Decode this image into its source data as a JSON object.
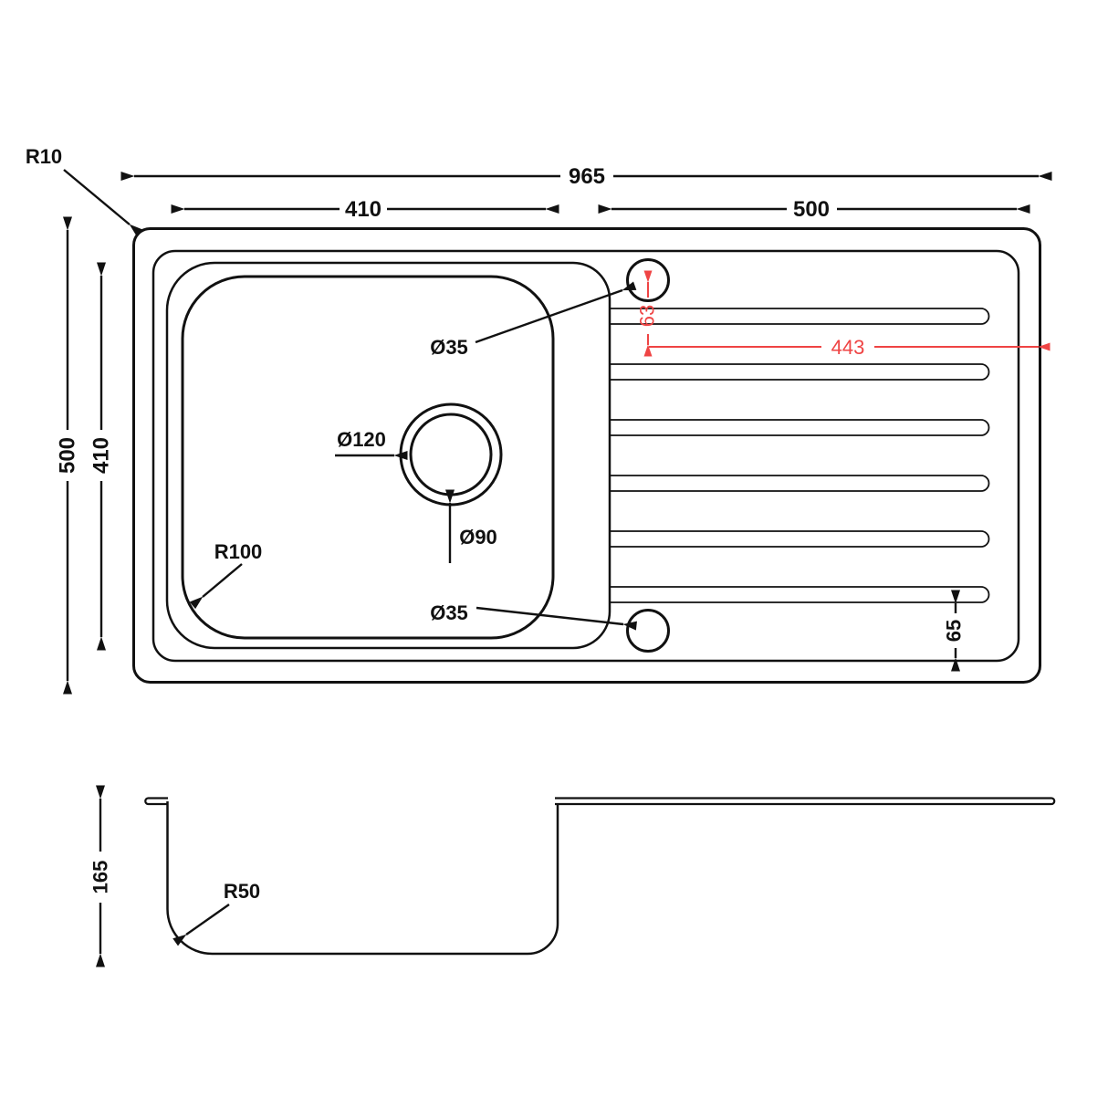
{
  "colors": {
    "line": "#111111",
    "accent_red": "#ef4444",
    "background": "#ffffff"
  },
  "top_view": {
    "overall_width": "965",
    "bowl_width": "410",
    "drainer_width": "500",
    "overall_depth": "500",
    "bowl_depth": "410",
    "rim_corner_radius": "R10",
    "bowl_corner_radius": "R100",
    "tap_hole_top_diameter": "Ø35",
    "tap_hole_bottom_diameter": "Ø35",
    "drain_outer_diameter": "Ø120",
    "drain_inner_diameter": "Ø90",
    "tap_hole_vertical_offset": "63",
    "tap_hole_horizontal_offset": "443",
    "groove_edge_offset": "65"
  },
  "section_view": {
    "bowl_depth": "165",
    "bowl_bottom_radius": "R50"
  }
}
